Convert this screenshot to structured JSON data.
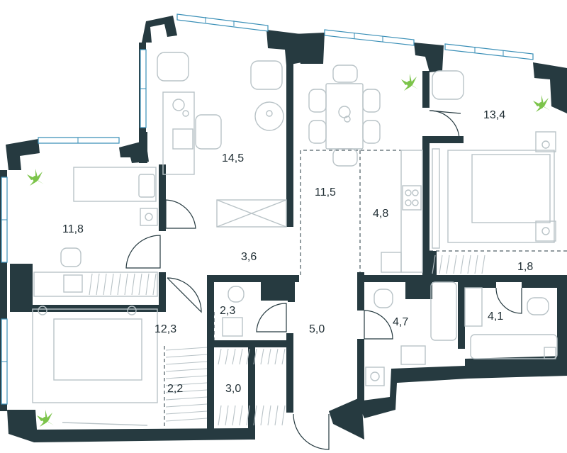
{
  "rooms": [
    {
      "id": "living-room-top",
      "area": "14,5"
    },
    {
      "id": "kitchen-dining",
      "area": "11,5"
    },
    {
      "id": "bedroom-top-right",
      "area": "13,4"
    },
    {
      "id": "bedroom-left",
      "area": "11,8"
    },
    {
      "id": "kitchen-niche",
      "area": "4,8"
    },
    {
      "id": "hall",
      "area": "3,6"
    },
    {
      "id": "bedroom-bottom-left",
      "area": "12,3"
    },
    {
      "id": "wardrobe-left",
      "area": "2,2"
    },
    {
      "id": "wc-small",
      "area": "2,3"
    },
    {
      "id": "corridor",
      "area": "5,0"
    },
    {
      "id": "bathroom-middle",
      "area": "4,7"
    },
    {
      "id": "wardrobe-right",
      "area": "1,8"
    },
    {
      "id": "bathroom-right",
      "area": "4,1"
    },
    {
      "id": "storage",
      "area": "3,0"
    }
  ],
  "colors": {
    "wall": "#263a40",
    "window": "#3a8fb7",
    "furniture": "#b9c3c7",
    "plant": "#7cc44a",
    "text": "#1f2d33"
  }
}
